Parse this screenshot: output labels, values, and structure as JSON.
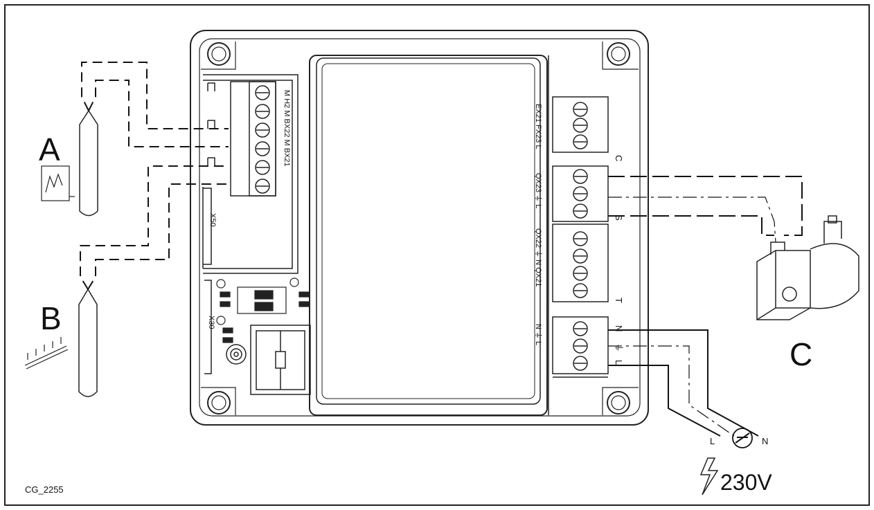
{
  "labels": {
    "sensor_a": "A",
    "sensor_b": "B",
    "pump_c": "C",
    "figure_code": "CG_2255",
    "voltage": "230V",
    "supply_l": "L",
    "supply_n": "N"
  },
  "connectors": {
    "x50": "X50",
    "x30": "X30"
  },
  "terminals": {
    "left": "M  H2  M  BX22  M  BX21",
    "right_top": "EX21  FX23  L",
    "right_qx23": "QX23 ⏚ L",
    "right_qx22": "QX22 ⏚  N  QX21",
    "right_power": "N  ⏚  L",
    "c": "C",
    "s": "S",
    "t": "T",
    "n": "N",
    "l": "L",
    "pe": "⏚"
  }
}
